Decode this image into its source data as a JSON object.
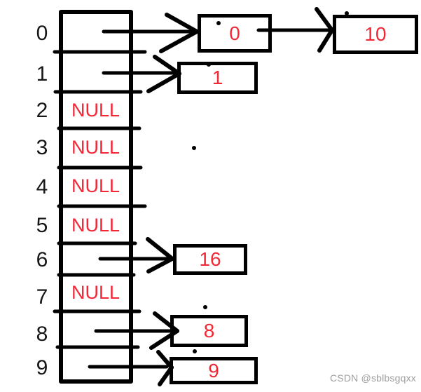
{
  "array": {
    "indices": [
      "0",
      "1",
      "2",
      "3",
      "4",
      "5",
      "6",
      "7",
      "8",
      "9"
    ],
    "cells": [
      "",
      "",
      "NULL",
      "NULL",
      "NULL",
      "NULL",
      "",
      "NULL",
      "",
      ""
    ]
  },
  "nodes": [
    {
      "label": "0"
    },
    {
      "label": "10"
    },
    {
      "label": "1"
    },
    {
      "label": "16"
    },
    {
      "label": "8"
    },
    {
      "label": "9"
    }
  ],
  "chains": {
    "bucket_0": [
      "0",
      "10"
    ],
    "bucket_1": [
      "1"
    ],
    "bucket_2": "NULL",
    "bucket_3": "NULL",
    "bucket_4": "NULL",
    "bucket_5": "NULL",
    "bucket_6": [
      "16"
    ],
    "bucket_7": "NULL",
    "bucket_8": [
      "8"
    ],
    "bucket_9": [
      "9"
    ]
  },
  "watermark": "CSDN @sblbsgqxx",
  "colors": {
    "value_red": "#f32735",
    "line_black": "#000000",
    "watermark_gray": "#9e9e9e"
  }
}
